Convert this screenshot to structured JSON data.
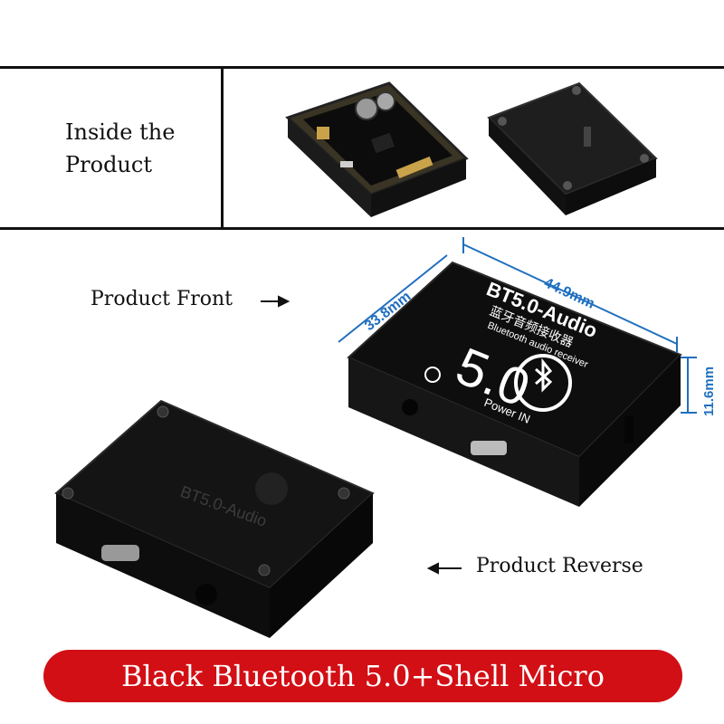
{
  "inside_label": "Inside the Product",
  "front_label": "Product Front",
  "reverse_label": "Product Reverse",
  "banner_text": "Black Bluetooth 5.0+Shell Micro",
  "dimensions": {
    "width": "44.9mm",
    "depth": "33.8mm",
    "height": "11.6mm"
  },
  "device_front_print": {
    "title": "BT5.0-Audio",
    "chinese": "蓝牙音频接收器",
    "subtitle": "Bluetooth audio receiver",
    "big_number": "5.0",
    "power_label": "Power IN"
  },
  "device_back_print": "BT5.0-Audio",
  "colors": {
    "banner": "#d20f15",
    "dimension_lines": "#1f6fbf",
    "device_body": "#1a1a1a"
  }
}
